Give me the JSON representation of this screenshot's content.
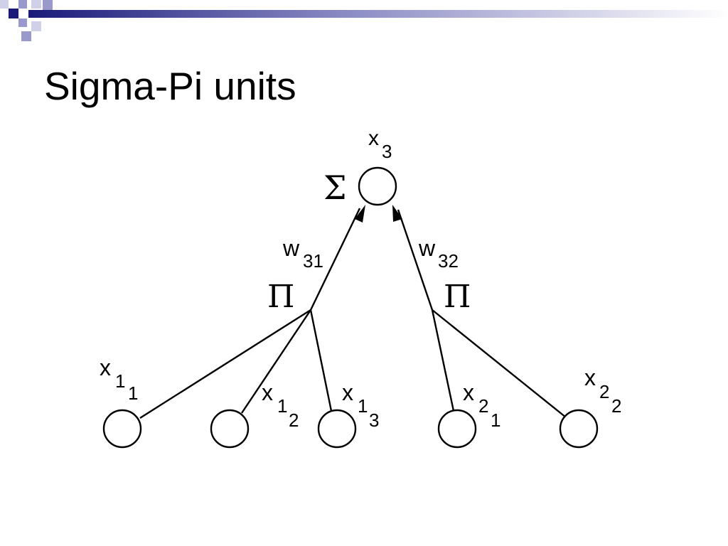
{
  "slide": {
    "title": "Sigma-Pi units",
    "accent_colors": [
      "#1a1a7a",
      "#9999cc",
      "#d0d0e8"
    ]
  },
  "diagram": {
    "output_node": {
      "var": "x",
      "sub": "3"
    },
    "sum_symbol": "Σ",
    "product_symbol": "Π",
    "weights": [
      {
        "var": "w",
        "sub": "31"
      },
      {
        "var": "w",
        "sub": "32"
      }
    ],
    "input_nodes": [
      {
        "var": "x",
        "sub": "1",
        "subsub": "1"
      },
      {
        "var": "x",
        "sub": "1",
        "subsub": "2"
      },
      {
        "var": "x",
        "sub": "1",
        "subsub": "3"
      },
      {
        "var": "x",
        "sub": "2",
        "subsub": "1"
      },
      {
        "var": "x",
        "sub": "2",
        "subsub": "2"
      }
    ]
  }
}
